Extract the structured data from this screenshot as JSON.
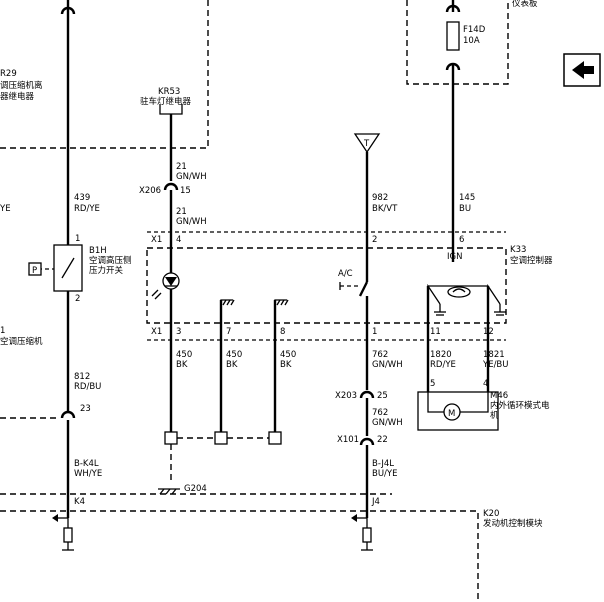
{
  "labels": {
    "kr29_id": "R29",
    "kr29_l1": "调压缩机离",
    "kr29_l2": "器继电器",
    "rd_ye_left": "YE",
    "dash_panel": "仪表板",
    "f14d_id": "F14D",
    "f14d_amp": "10A",
    "kr53_id": "KR53",
    "kr53_name": "驻车灯继电器",
    "w21a_num": "21",
    "w21a_col": "GN/WH",
    "x206_id": "X206",
    "x206_pin": "15",
    "w21b_num": "21",
    "w21b_col": "GN/WH",
    "w439_num": "439",
    "w439_col": "RD/YE",
    "w982_num": "982",
    "w982_col": "BK/VT",
    "w145_num": "145",
    "w145_col": "BU",
    "t_mark": "T",
    "x1_top": "X1",
    "x1_top_p4": "4",
    "p2_top": "2",
    "p6_top": "6",
    "ign": "IGN",
    "k33_id": "K33",
    "k33_name": "空调控制器",
    "b1h_p1": "1",
    "b1h_id": "B1H",
    "b1h_l1": "空调高压侧",
    "b1h_l2": "压力开关",
    "b1h_p2": "2",
    "p_box": "P",
    "ac": "A/C",
    "comp_p": "1",
    "comp_name": "空调压缩机",
    "x1_bot": "X1",
    "p3": "3",
    "p7": "7",
    "p8": "8",
    "p1_mid": "1",
    "p11": "11",
    "p12": "12",
    "w450a_num": "450",
    "w450a_col": "BK",
    "w450b_num": "450",
    "w450b_col": "BK",
    "w450c_num": "450",
    "w450c_col": "BK",
    "w762a_num": "762",
    "w762a_col": "GN/WH",
    "w1820_num": "1820",
    "w1820_col": "RD/YE",
    "w1821_num": "1821",
    "w1821_col": "YE/BU",
    "w812_num": "812",
    "w812_col": "RD/BU",
    "x203_id": "X203",
    "x203_pin": "25",
    "m46_p5": "5",
    "m46_p4": "4",
    "m46_id": "M46",
    "m46_l1": "内外循环模式电",
    "m46_l2": "机",
    "m_mark": "M",
    "p23": "23",
    "w762b_num": "762",
    "w762b_col": "GN/WH",
    "x101_id": "X101",
    "x101_pin": "22",
    "bk4l_num": "B-K4L",
    "bk4l_col": "WH/YE",
    "bj4l_num": "B-J4L",
    "bj4l_col": "BU/YE",
    "g204": "G204",
    "k4": "K4",
    "j4": "J4",
    "k20_id": "K20",
    "k20_name": "发动机控制模块"
  }
}
